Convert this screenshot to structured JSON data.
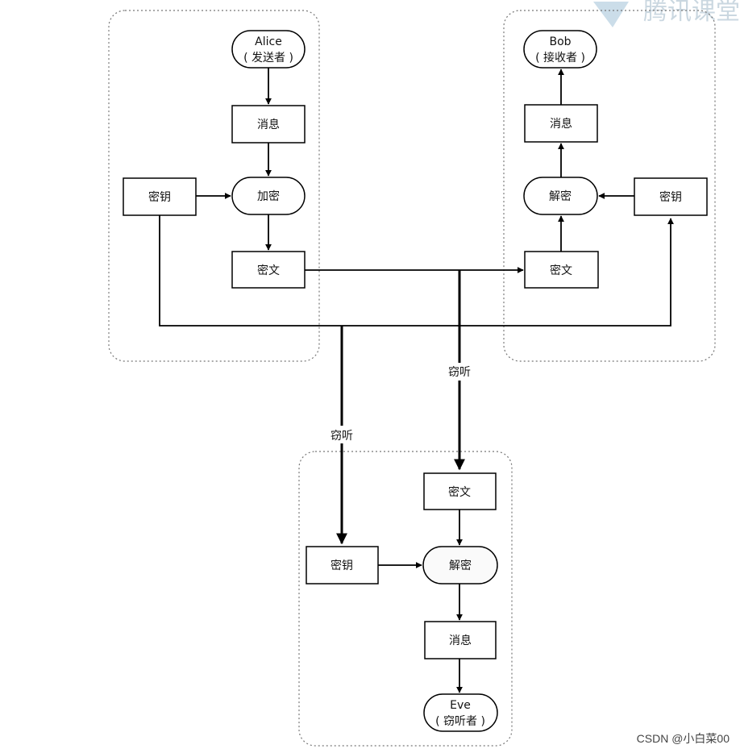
{
  "alice": {
    "sender_name": "Alice",
    "sender_role": "( 发送者 )",
    "message": "消息",
    "encrypt": "加密",
    "key": "密钥",
    "ciphertext": "密文"
  },
  "bob": {
    "receiver_name": "Bob",
    "receiver_role": "( 接收者 )",
    "message": "消息",
    "decrypt": "解密",
    "key": "密钥",
    "ciphertext": "密文"
  },
  "eve": {
    "ciphertext": "密文",
    "key": "密钥",
    "decrypt": "解密",
    "message": "消息",
    "eavesdropper_name": "Eve",
    "eavesdropper_role": "( 窃听者 )"
  },
  "edges": {
    "eavesdrop_ciphertext": "窃听",
    "eavesdrop_key": "窃听"
  },
  "watermark": "腾讯课堂",
  "credit": "CSDN @小白菜00"
}
